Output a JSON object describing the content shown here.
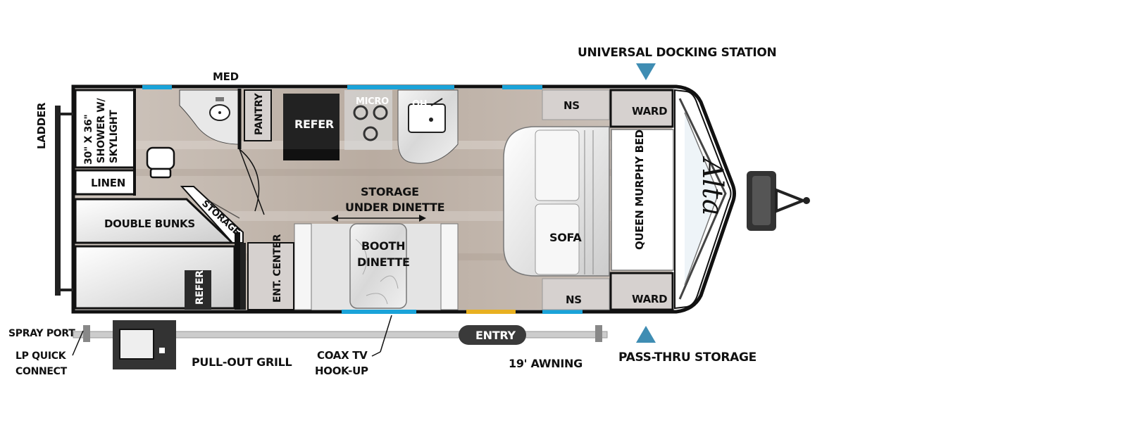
{
  "labels": {
    "universal_docking_station": "UNIVERSAL DOCKING STATION",
    "pass_thru_storage": "PASS-THRU STORAGE",
    "med": "MED",
    "ladder": "LADDER",
    "shower": [
      "30\" X 36\"",
      "SHOWER W/",
      "SKYLIGHT"
    ],
    "linen": "LINEN",
    "double_bunks": "DOUBLE BUNKS",
    "storage": "STORAGE",
    "refer_bunk": "REFER",
    "pantry": "PANTRY",
    "refer_kitchen": "REFER",
    "micro": "MICRO",
    "oh": "OH",
    "storage_under_dinette": [
      "STORAGE",
      "UNDER DINETTE"
    ],
    "booth_dinette": [
      "BOOTH",
      "DINETTE"
    ],
    "ent_center": "ENT. CENTER",
    "ns_top": "NS",
    "ns_bottom": "NS",
    "ward_top": "WARD",
    "ward_bottom": "WARD",
    "sofa": "SOFA",
    "queen_murphy_bed": "QUEEN MURPHY BED",
    "brand": "Alta",
    "spray_port": "SPRAY PORT",
    "lp_quick_connect": [
      "LP QUICK",
      "CONNECT"
    ],
    "pull_out_grill": "PULL-OUT GRILL",
    "coax_tv": [
      "COAX TV",
      "HOOK-UP"
    ],
    "entry": "ENTRY",
    "awning": "19' AWNING"
  },
  "colors": {
    "window_blue": "#1aa3d9",
    "entry_door": "#e8b020",
    "marker": "#3f8db3",
    "floor": "#c9bfb6",
    "cabinet": "#d6d1cf",
    "wall": "#111111"
  },
  "icons": [
    "down-triangle-marker",
    "up-triangle-marker",
    "sink-icon",
    "toilet-icon",
    "burner-icon",
    "hitch-icon"
  ]
}
